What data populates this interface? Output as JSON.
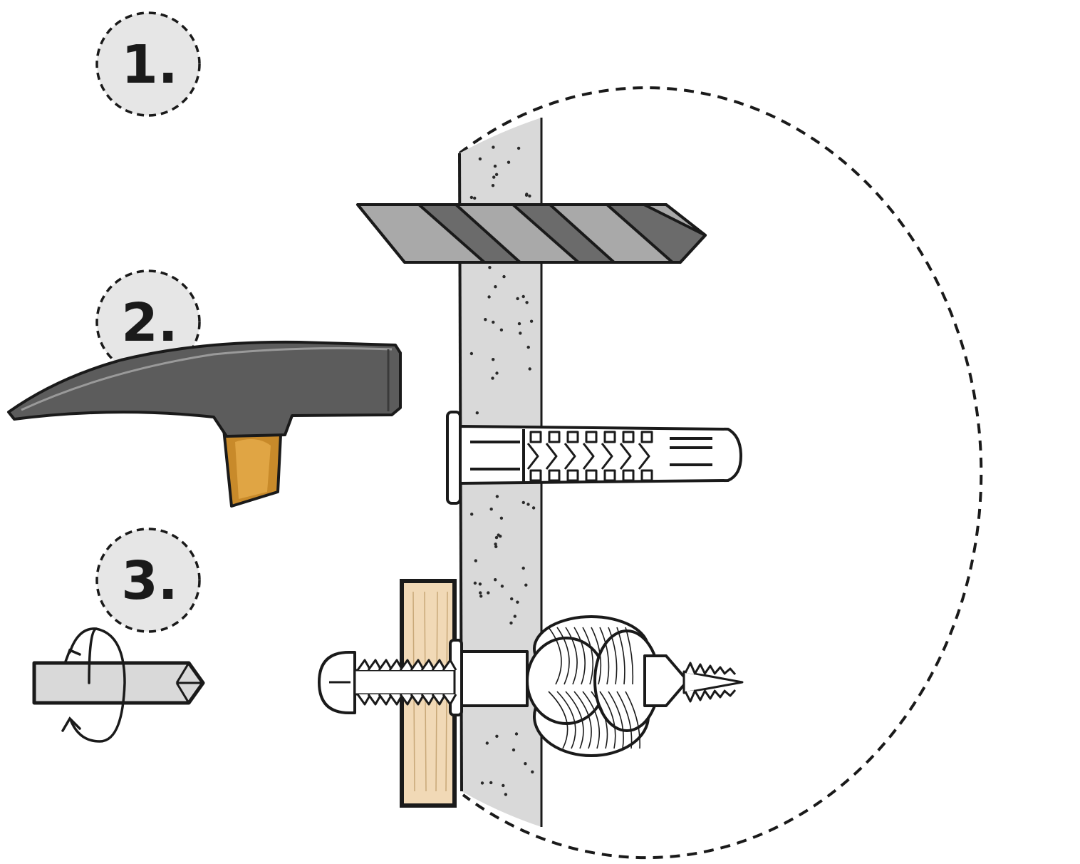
{
  "steps": [
    {
      "number": "1.",
      "tool": "drill-bit"
    },
    {
      "number": "2.",
      "tool": "hammer"
    },
    {
      "number": "3.",
      "tool": "screwdriver-bit"
    }
  ],
  "colors": {
    "outline": "#1a1a1a",
    "wall": "#d9d9d9",
    "wall_dots": "#2a2a2a",
    "badge_fill": "#e6e6e6",
    "drill_light": "#a9a9a9",
    "drill_dark": "#6b6b6b",
    "hammer_head": "#5c5c5c",
    "hammer_handle": "#c88a2a",
    "wood": "#f1d9b6",
    "plug": "#ffffff",
    "bit": "#d9d9d9"
  }
}
